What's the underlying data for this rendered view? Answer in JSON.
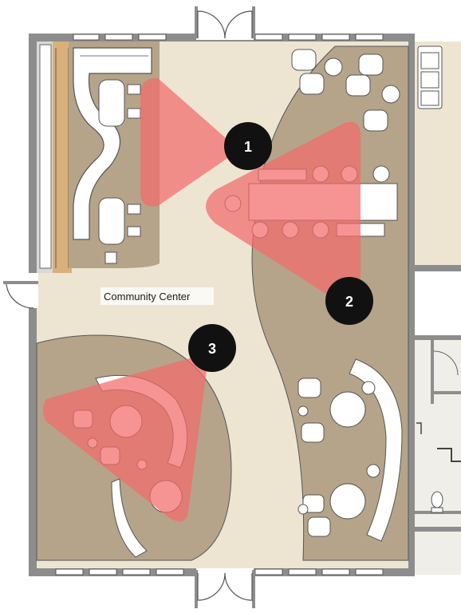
{
  "room_label": "Community Center",
  "view_markers": [
    {
      "id": "1",
      "label": "1"
    },
    {
      "id": "2",
      "label": "2"
    },
    {
      "id": "3",
      "label": "3"
    }
  ],
  "colors": {
    "wall": "#8a8a8a",
    "floor_light": "#ede5d2",
    "carpet": "#b5a48a",
    "wood_strip": "#d9b07a",
    "view_cone": "#f26b6b",
    "marker": "#111111",
    "furniture": "#ffffff"
  }
}
